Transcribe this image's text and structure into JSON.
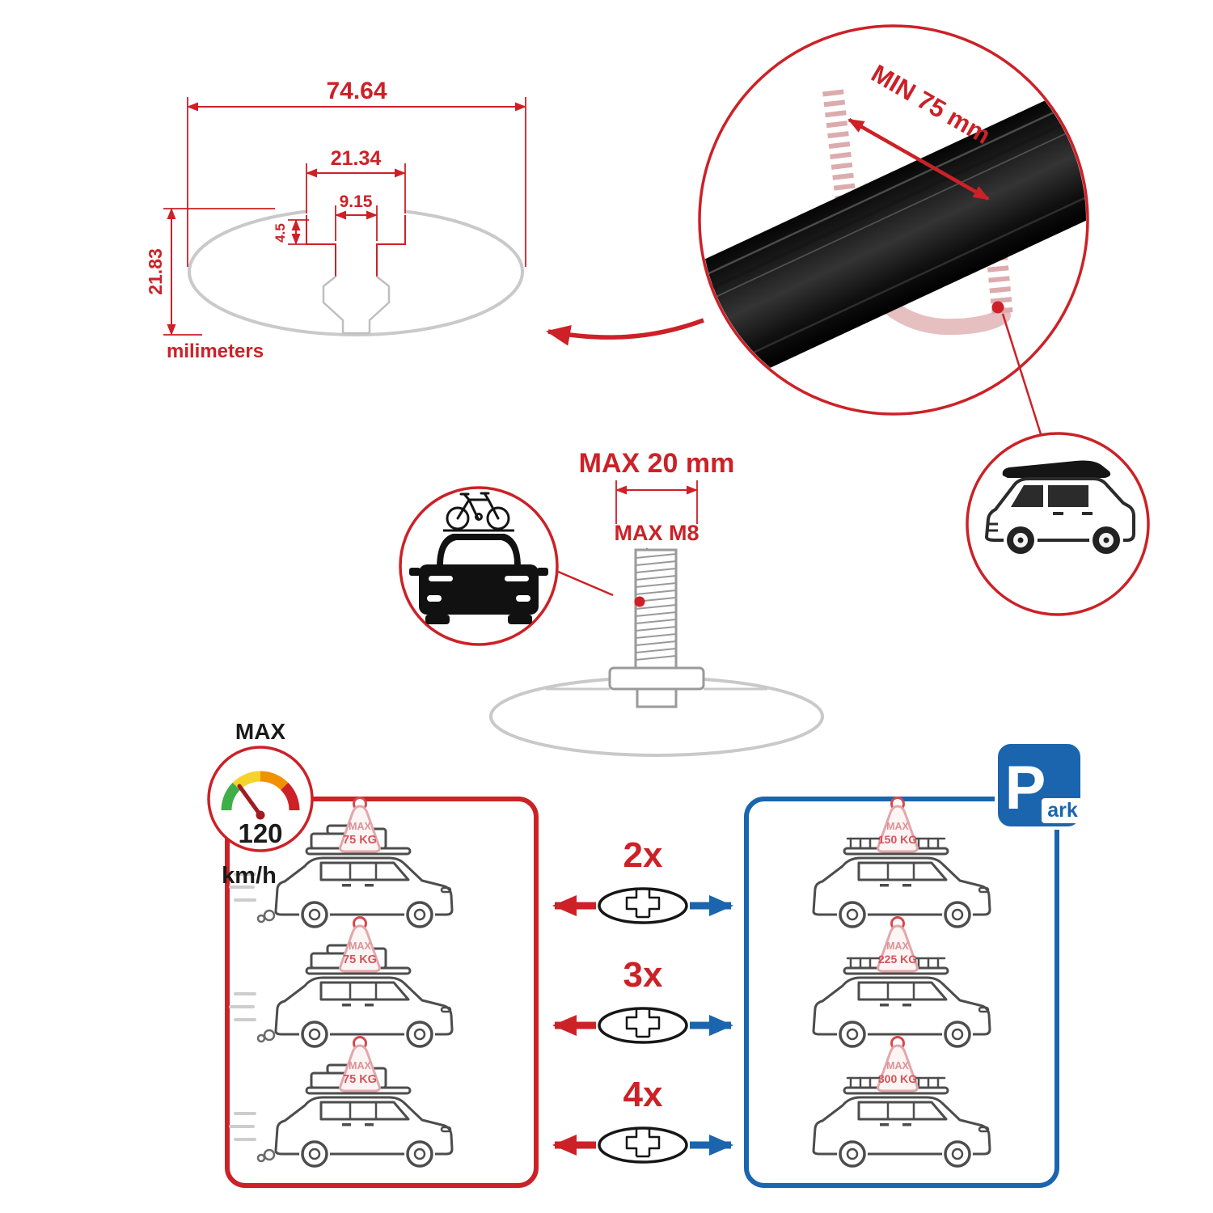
{
  "tech_drawing": {
    "dim_width": "74.64",
    "dim_slot_outer": "21.34",
    "dim_slot_inner": "9.15",
    "dim_lip_depth": "4.5",
    "dim_height": "21.83",
    "units_label": "milimeters"
  },
  "crossbar": {
    "min_span": "MIN 75 mm"
  },
  "bolt": {
    "max_width": "MAX 20 mm",
    "max_thread": "MAX M8"
  },
  "speed_limit": {
    "label": "MAX",
    "value": "120",
    "unit": "km/h"
  },
  "park_sign": {
    "letter": "P",
    "rest": "ark"
  },
  "bar_counts": [
    "2x",
    "3x",
    "4x"
  ],
  "driving_loads": [
    {
      "label": "MAX",
      "value": "75 KG"
    },
    {
      "label": "MAX",
      "value": "75 KG"
    },
    {
      "label": "MAX",
      "value": "75 KG"
    }
  ],
  "parked_loads": [
    {
      "label": "MAX",
      "value": "150 KG"
    },
    {
      "label": "MAX",
      "value": "225 KG"
    },
    {
      "label": "MAX",
      "value": "300 KG"
    }
  ],
  "colors": {
    "accent_red": "#cc2127",
    "accent_blue": "#1a65ae",
    "faded_red": "#e2a7aa",
    "grey": "#c9c9c9",
    "gauge_green": "#3fae49",
    "gauge_yellow": "#f6d32b",
    "gauge_orange": "#f29100"
  }
}
